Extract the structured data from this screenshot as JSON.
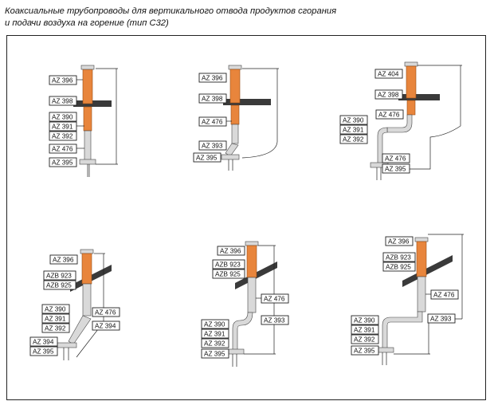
{
  "title": {
    "line1": "Коаксиальные трубопроводы для вертикального отвода продуктов сгорания",
    "line2": "и подачи воздуха на горение (тип С32)"
  },
  "diagrams": [
    {
      "id": "d1",
      "labels": [
        "AZ 396",
        "AZ 398",
        "AZ 390",
        "AZ 391",
        "AZ 392",
        "AZ 476",
        "AZ 395"
      ]
    },
    {
      "id": "d2",
      "labels": [
        "AZ 396",
        "AZ 398",
        "AZ 476",
        "AZ 393",
        "AZ 395"
      ]
    },
    {
      "id": "d3",
      "labels": [
        "AZ 404",
        "AZ 398",
        "AZ 476",
        "AZ 390",
        "AZ 391",
        "AZ 392",
        "AZ 476",
        "AZ 395"
      ]
    },
    {
      "id": "d4",
      "labels": [
        "AZ 396",
        "AZB 923",
        "AZB 925",
        "AZ 390",
        "AZ 391",
        "AZ 392",
        "AZ 476",
        "AZ 394",
        "AZ 394",
        "AZ 395"
      ]
    },
    {
      "id": "d5",
      "labels": [
        "AZ 396",
        "AZB 923",
        "AZB 925",
        "AZ 476",
        "AZ 390",
        "AZ 391",
        "AZ 392",
        "AZ 393",
        "AZ 395"
      ]
    },
    {
      "id": "d6",
      "labels": [
        "AZ 396",
        "AZB 923",
        "AZB 925",
        "AZ 476",
        "AZ 390",
        "AZ 391",
        "AZ 392",
        "AZ 393",
        "AZ 395"
      ]
    }
  ],
  "colors": {
    "flue_pipe": "#e8853c",
    "air_pipe": "#d9d9d9",
    "roof": "#3a3a3a"
  }
}
